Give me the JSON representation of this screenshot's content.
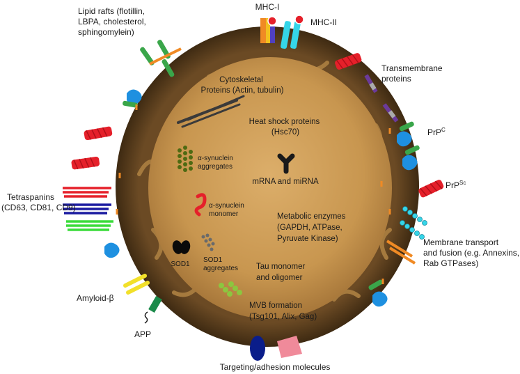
{
  "labels": {
    "mhc1": "MHC-I",
    "mhc2": "MHC-II",
    "lipid_rafts": [
      "Lipid rafts (flotillin,",
      "LBPA, cholesterol,",
      "sphingomylein)"
    ],
    "transmembrane": [
      "Transmembrane",
      "proteins"
    ],
    "prpc_main": "PrP",
    "prpc_sup": "C",
    "prpsc_main": "PrP",
    "prpsc_sup": "Sc",
    "membrane_transport": [
      "Membrane transport",
      "and fusion (e.g. Annexins,",
      "Rab GTPases)"
    ],
    "tetraspanins": [
      "Tetraspanins",
      "(CD63, CD81, CD9)"
    ],
    "amyloid": "Amyloid-β",
    "app": "APP",
    "targeting": "Targeting/adhesion molecules",
    "cytoskeletal": [
      "Cytoskeletal",
      "Proteins (Actin, tubulin)"
    ],
    "heat_shock": [
      "Heat shock proteins",
      "(Hsc70)"
    ],
    "asyn_agg": [
      "α-synuclein",
      "aggregates"
    ],
    "mrna": "mRNA and miRNA",
    "asyn_mono": [
      "α-synuclein",
      "monomer"
    ],
    "metabolic": [
      "Metabolic enzymes",
      "(GAPDH, ATPase,",
      "Pyruvate Kinase)"
    ],
    "sod1": "SOD1",
    "sod1_agg": [
      "SOD1",
      "aggregates"
    ],
    "tau": [
      "Tau monomer",
      "and oligomer"
    ],
    "mvb": [
      "MVB formation",
      "(Tsg101, Alix, Gag)"
    ]
  },
  "colors": {
    "membrane_dark": "#4a3318",
    "membrane_mid": "#7a5a2e",
    "lumen": "#c8964f",
    "lumen_light": "#d9ab66",
    "red": "#e5202a",
    "green": "#3aa64a",
    "blue": "#1e90e0",
    "orange": "#f08a24",
    "purple": "#6b3a9a",
    "cyan": "#35d5e8",
    "navy": "#0a1d8a",
    "pink": "#f08a9a",
    "yellow": "#f2e02a",
    "olive": "#4e6a12",
    "lightgreen": "#8cc63f"
  }
}
